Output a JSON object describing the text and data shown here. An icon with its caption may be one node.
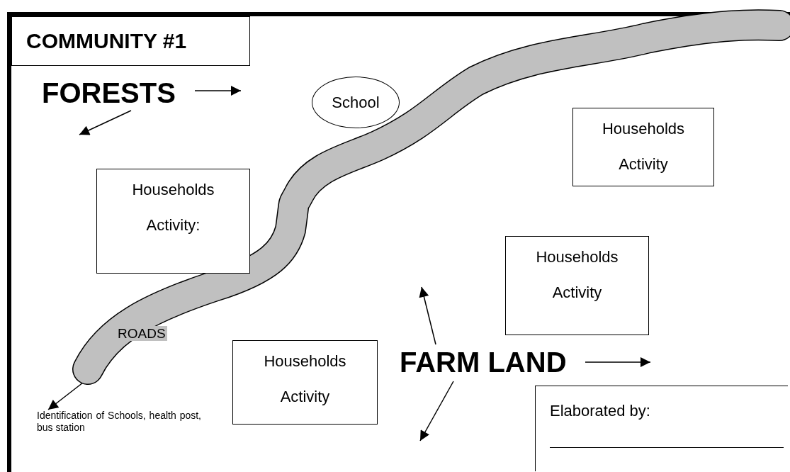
{
  "diagram": {
    "nodes": [
      {
        "text": [
          "COMMUNITY #1"
        ]
      },
      {
        "text": [
          "FORESTS"
        ]
      },
      {
        "text": [
          "School"
        ]
      },
      {
        "text": [
          "Households Activity"
        ]
      },
      {
        "text": [
          "Households Activity:"
        ]
      },
      {
        "text": [
          "Households Activity"
        ]
      },
      {
        "text": [
          "FARM LAND"
        ]
      },
      {
        "text": [
          "Households Activity"
        ]
      },
      {
        "text": [
          "Identification of Schools, health post, bus station"
        ]
      },
      {
        "text": [
          "Elaborated by:"
        ]
      }
    ],
    "edges": [
      {
        "from": 1,
        "to": null,
        "arrow": "to"
      },
      {
        "from": 1,
        "to": null,
        "arrow": "to"
      },
      {
        "from": null,
        "to": 8,
        "arrow": "to"
      },
      {
        "from": 6,
        "to": null,
        "arrow": "to"
      },
      {
        "from": 6,
        "to": null,
        "arrow": "to"
      },
      {
        "from": 6,
        "to": null,
        "arrow": "to"
      }
    ],
    "labels": [
      "ROADS"
    ]
  }
}
